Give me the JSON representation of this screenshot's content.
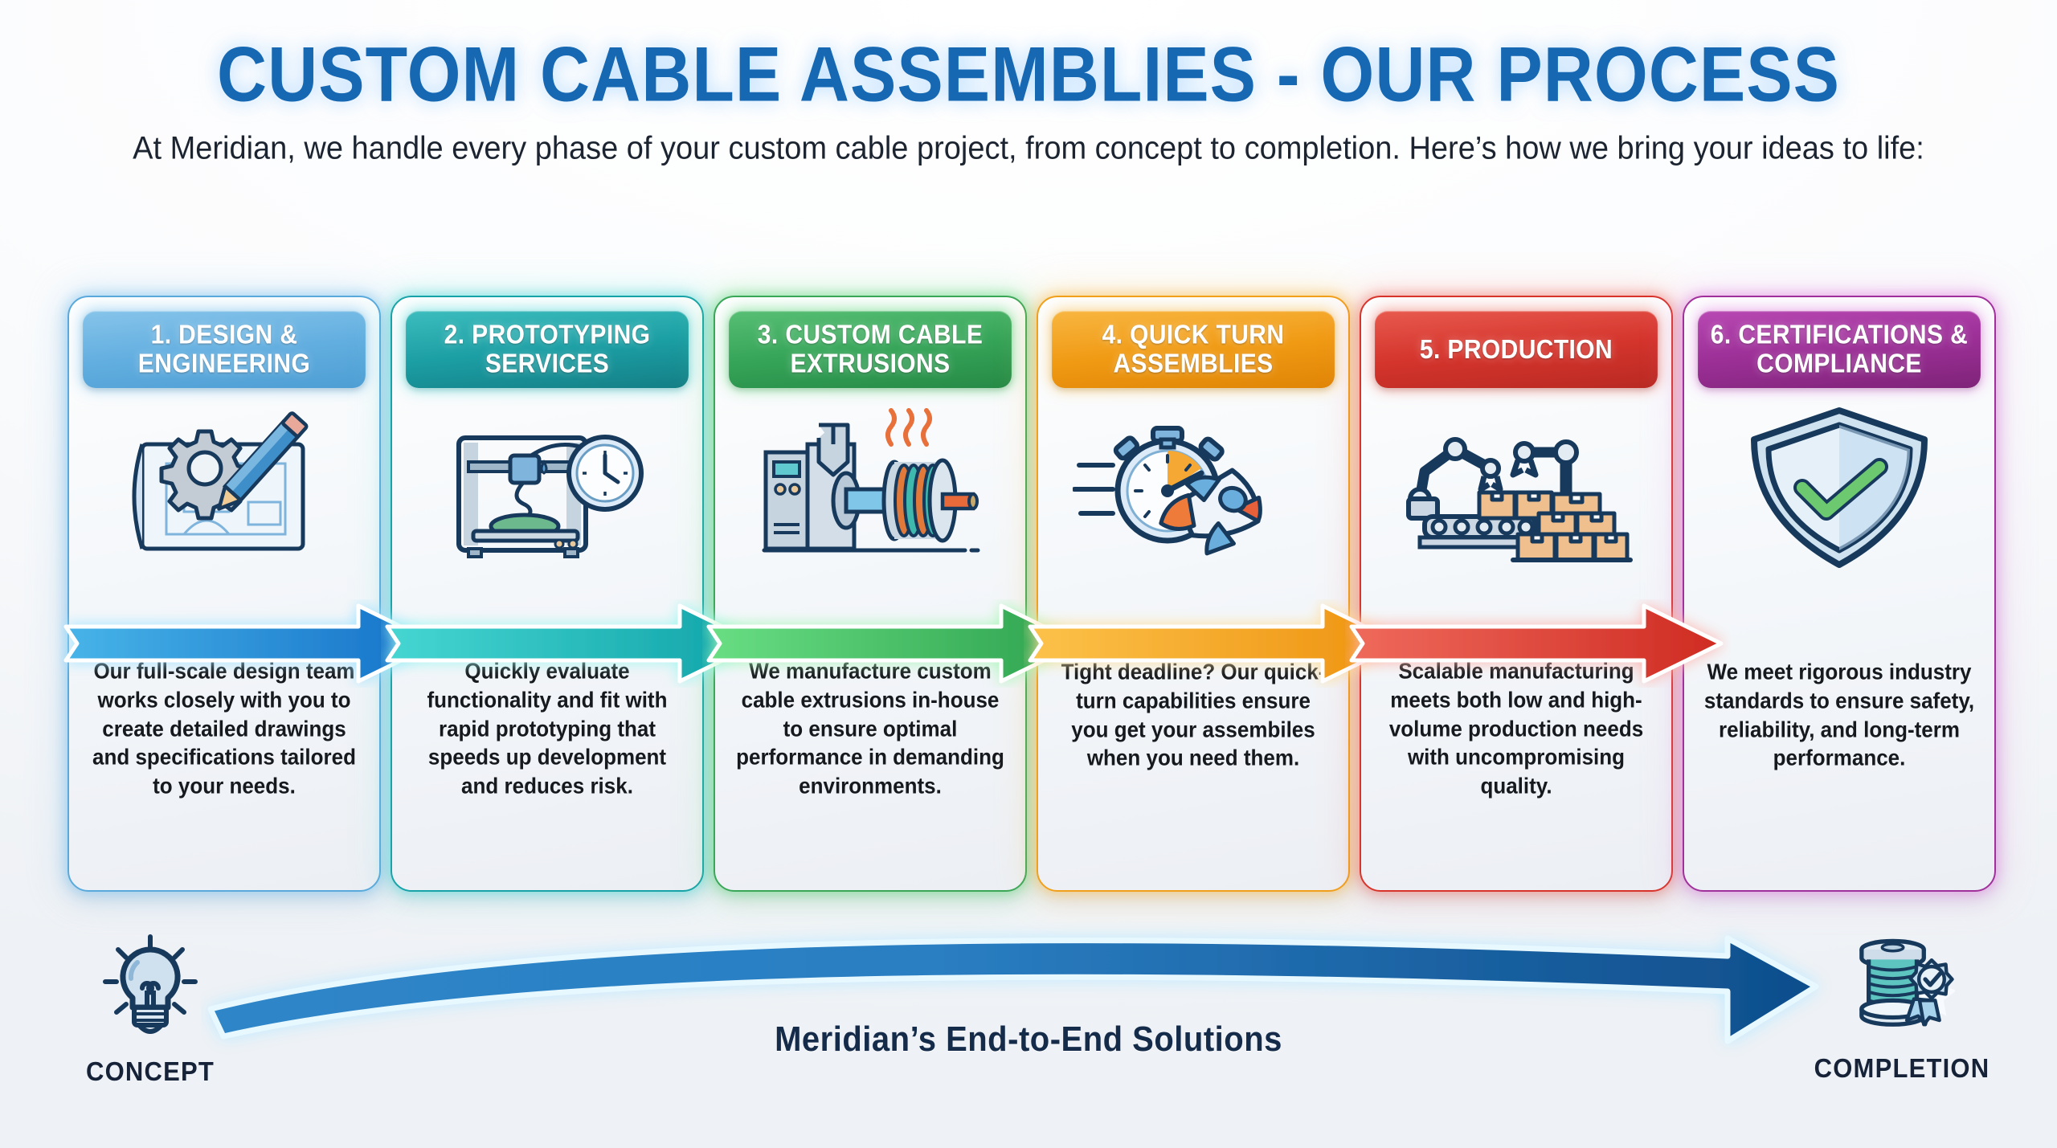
{
  "header": {
    "title": "CUSTOM CABLE ASSEMBLIES - OUR PROCESS",
    "title_color": "#1668b3",
    "subtitle": "At Meridian, we handle every phase of your custom cable project, from concept to completion. Here’s how we bring your ideas to life:"
  },
  "steps": [
    {
      "number": "1.",
      "title": "1. DESIGN & ENGINEERING",
      "body": "Our full-scale design team works closely with you to create detailed drawings and specifications tailored to your needs.",
      "icon": "blueprint-gear-pencil-icon",
      "accent": "#5aa9dc",
      "header_color": "#62aee0"
    },
    {
      "number": "2.",
      "title": "2. PROTOTYPING SERVICES",
      "body": "Quickly evaluate functionality and fit with rapid prototyping that speeds up development and reduces risk.",
      "icon": "3d-printer-clock-icon",
      "accent": "#17a3a8",
      "header_color": "#1b9ea3"
    },
    {
      "number": "3.",
      "title": "3. CUSTOM CABLE EXTRUSIONS",
      "body": "We manufacture custom cable extrusions in-house to ensure optimal performance in demanding environments.",
      "icon": "extruder-cable-spool-icon",
      "accent": "#3aa758",
      "header_color": "#35a458"
    },
    {
      "number": "4.",
      "title": "4. QUICK TURN ASSEMBLIES",
      "body": "Tight deadline? Our quick-turn capabilities ensure you get your assembiles when you need them.",
      "icon": "stopwatch-rocket-icon",
      "accent": "#f0a01c",
      "header_color": "#f09a14"
    },
    {
      "number": "5.",
      "title": "5. PRODUCTION",
      "body": "Scalable manufacturing meets both low and high-volume production needs with uncompromising quality.",
      "icon": "robot-arm-conveyor-boxes-icon",
      "accent": "#d8342b",
      "header_color": "#d4342c"
    },
    {
      "number": "6.",
      "title": "6. CERTIFICATIONS & COMPLIANCE",
      "body": "We meet rigorous industry standards to ensure safety, reliability, and long-term performance.",
      "icon": "shield-check-icon",
      "accent": "#a0309b",
      "header_color": "#9b2f96"
    }
  ],
  "connector_colors": [
    "#1878c8",
    "#16b5b8",
    "#3bb45e",
    "#f09a14",
    "#d8342b"
  ],
  "footer": {
    "concept_label": "CONCEPT",
    "completion_label": "COMPLETION",
    "arrow_label": "Meridian’s End-to-End Solutions",
    "concept_icon": "lightbulb-icon",
    "completion_icon": "cable-spool-award-icon",
    "arrow_icon": "curved-arrow-right-icon",
    "arrow_color": "#1c6fb5"
  }
}
